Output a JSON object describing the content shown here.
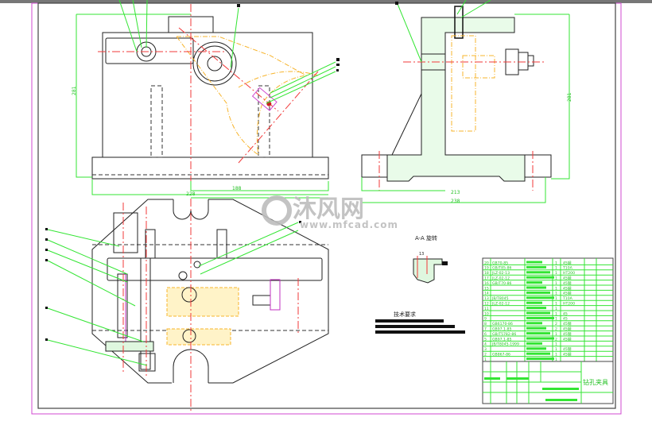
{
  "drawing": {
    "title_block_name": "钻孔夹具",
    "section_label": "A-A 旋转",
    "section_dimension": "13",
    "tech_requirements_title": "技术要求",
    "watermark": {
      "brand": "沐风网",
      "url": "www.mfcad.com"
    },
    "dimensions": {
      "front_height": "281",
      "front_width_total": "228",
      "front_width_half": "188",
      "side_height": "281",
      "side_width_inner": "213",
      "side_width_total": "238"
    },
    "colors": {
      "outline": "#222222",
      "dimension": "#33e533",
      "centerline": "#f23a3a",
      "phantom": "#f7b42c",
      "border": "#d04ad0"
    }
  },
  "parts_list": {
    "rows": [
      {
        "no": "20",
        "code": "GB70-85",
        "qty": "1",
        "material": "45钢"
      },
      {
        "no": "19",
        "code": "GB/T85-86",
        "qty": "1",
        "material": "T10A"
      },
      {
        "no": "18",
        "code": "JLZ-02-13",
        "qty": "1",
        "material": "HT200"
      },
      {
        "no": "17",
        "code": "JLZ-02-12",
        "qty": "1",
        "material": "45钢"
      },
      {
        "no": "16",
        "code": "GB/T70-86",
        "qty": "1",
        "material": "45钢"
      },
      {
        "no": "15",
        "code": "",
        "qty": "1",
        "material": "45钢"
      },
      {
        "no": "14",
        "code": "",
        "qty": "1",
        "material": "45钢"
      },
      {
        "no": "13",
        "code": "JB/T8045",
        "qty": "1",
        "material": "T10A"
      },
      {
        "no": "12",
        "code": "JLZ-02-12",
        "qty": "1",
        "material": "HT200"
      },
      {
        "no": "11",
        "code": "",
        "qty": "1",
        "material": ""
      },
      {
        "no": "10",
        "code": "",
        "qty": "1",
        "material": "45"
      },
      {
        "no": "9",
        "code": "",
        "qty": "1",
        "material": "45"
      },
      {
        "no": "8",
        "code": "GB6170-86",
        "qty": "2",
        "material": "45钢"
      },
      {
        "no": "7",
        "code": "GB97.1-85",
        "qty": "2",
        "material": "45钢"
      },
      {
        "no": "6",
        "code": "GB/T5782-86",
        "qty": "1",
        "material": "45钢"
      },
      {
        "no": "5",
        "code": "GB97.1-85",
        "qty": "2",
        "material": "45钢"
      },
      {
        "no": "4",
        "code": "JB/T8045-1999",
        "qty": "1",
        "material": ""
      },
      {
        "no": "3",
        "code": "",
        "qty": "1",
        "material": "45钢"
      },
      {
        "no": "2",
        "code": "GB867-86",
        "qty": "1",
        "material": "45钢"
      },
      {
        "no": "1",
        "code": "",
        "qty": "1",
        "material": ""
      }
    ]
  }
}
